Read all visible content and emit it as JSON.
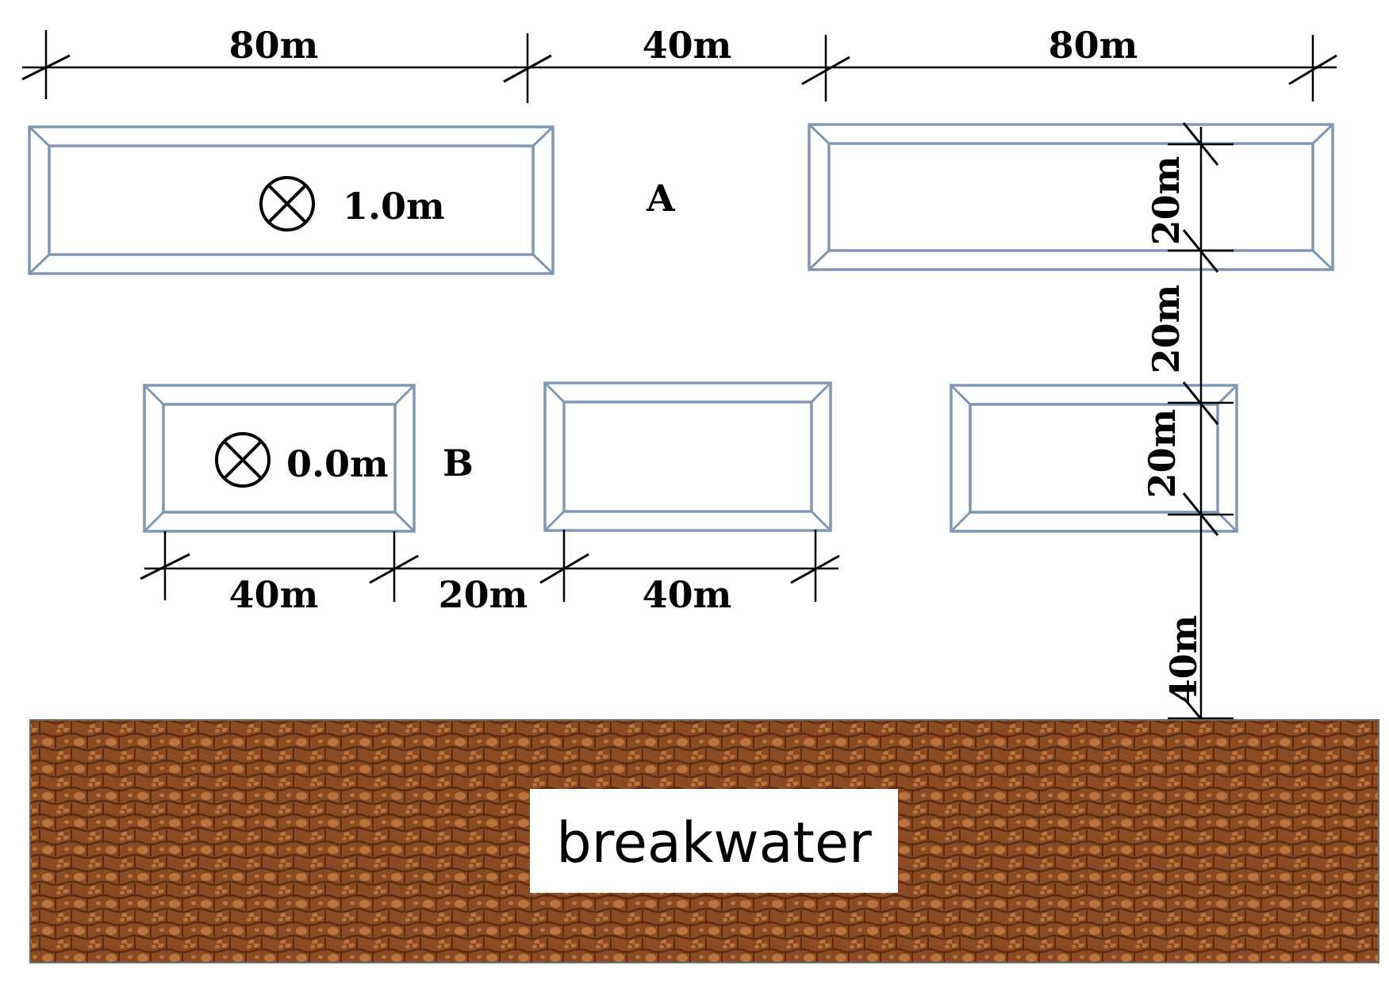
{
  "colors": {
    "box_outline": "#7f97b3",
    "box_fill": "#ffffff",
    "breakwater_base": "#8a4a22",
    "breakwater_light": "#c98248",
    "breakwater_dark": "#5a2c12",
    "label_background": "#ffffff",
    "lines": "#000000"
  },
  "icons": {
    "observation_point": "circled-x-icon"
  },
  "top_dimensions": [
    "80m",
    "40m",
    "80m"
  ],
  "bottom_dimensions": [
    "40m",
    "20m",
    "40m"
  ],
  "right_dimensions": [
    "20m",
    "20m",
    "20m",
    "40m"
  ],
  "points": {
    "a": {
      "label": "A",
      "depth": "1.0m"
    },
    "b": {
      "label": "B",
      "depth": "0.0m"
    }
  },
  "breakwater": {
    "label": "breakwater"
  }
}
